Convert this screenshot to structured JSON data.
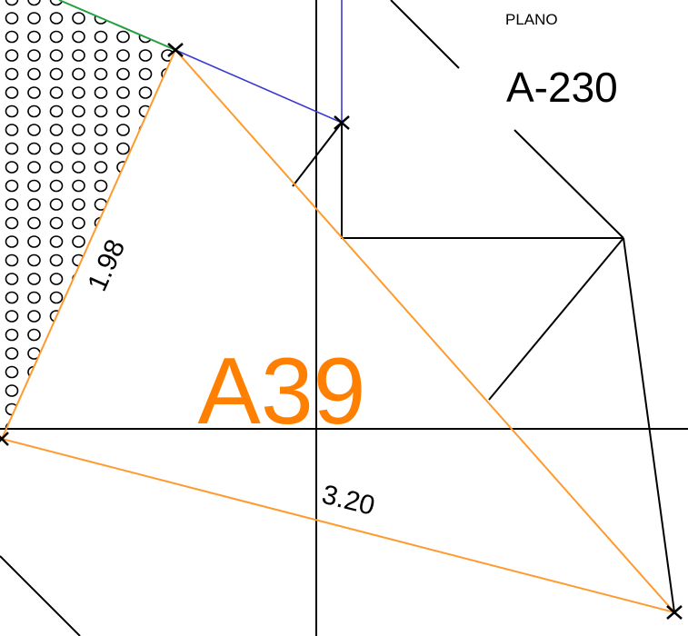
{
  "plan": {
    "caption": "PLANO",
    "code": "A-230"
  },
  "area": {
    "id": "A39",
    "color": "#ff8000"
  },
  "dimensions": {
    "side_left": "1.98",
    "side_bottom": "3.20"
  },
  "colors": {
    "outline": "#ff9a2e",
    "line_blue": "#3a3ad0",
    "line_green": "#22a040",
    "line_black": "#000000"
  },
  "hatch": {
    "pattern": "circles"
  }
}
